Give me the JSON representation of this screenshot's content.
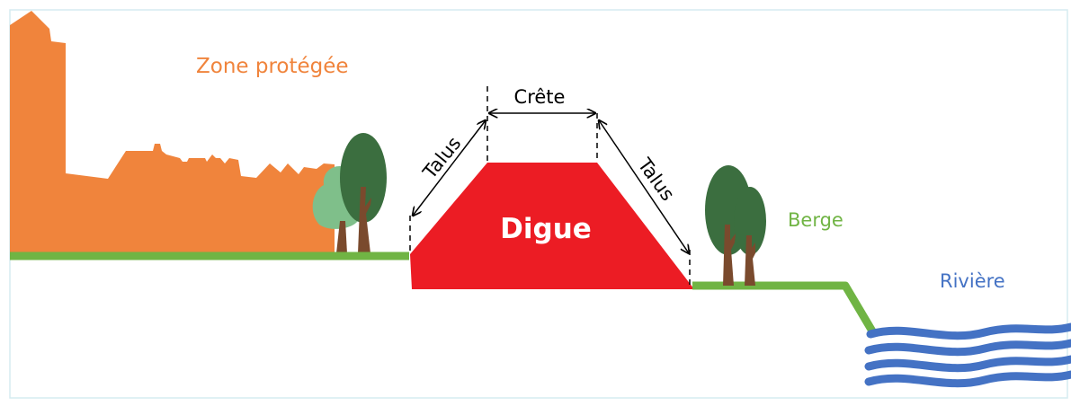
{
  "labels": {
    "protected_zone": "Zone protégée",
    "crest": "Crête",
    "slope_left": "Talus",
    "slope_right": "Talus",
    "levee": "Digue",
    "bank": "Berge",
    "river": "Rivière"
  },
  "colors": {
    "protected_zone": "#f0843c",
    "levee": "#ec1c24",
    "ground": "#70b444",
    "bank_label": "#70b444",
    "river": "#4472c4",
    "tree_dark": "#3b6e3f",
    "tree_light": "#7fbf8a",
    "trunk": "#7a4a2d",
    "frame": "#d6ecf0",
    "dimension": "#000000"
  }
}
